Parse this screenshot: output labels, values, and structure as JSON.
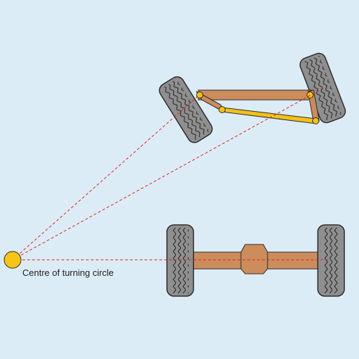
{
  "diagram": {
    "title": "",
    "caption": "Centre of turning circle",
    "colors": {
      "background": "#dcecf7",
      "tyre": "#8f8f8f",
      "tyre_outline": "#2b2b2b",
      "linkage": "#cc8c5c",
      "tie_rod": "#f2c01c",
      "centre_marker": "#f5c518",
      "guide_lines": "#e02020"
    },
    "parts": [
      "front-axle-beam",
      "steering-arms",
      "tie-rod",
      "front-wheels",
      "rear-axle",
      "rear-wheels",
      "turning-centre",
      "turning-radius-lines"
    ]
  }
}
